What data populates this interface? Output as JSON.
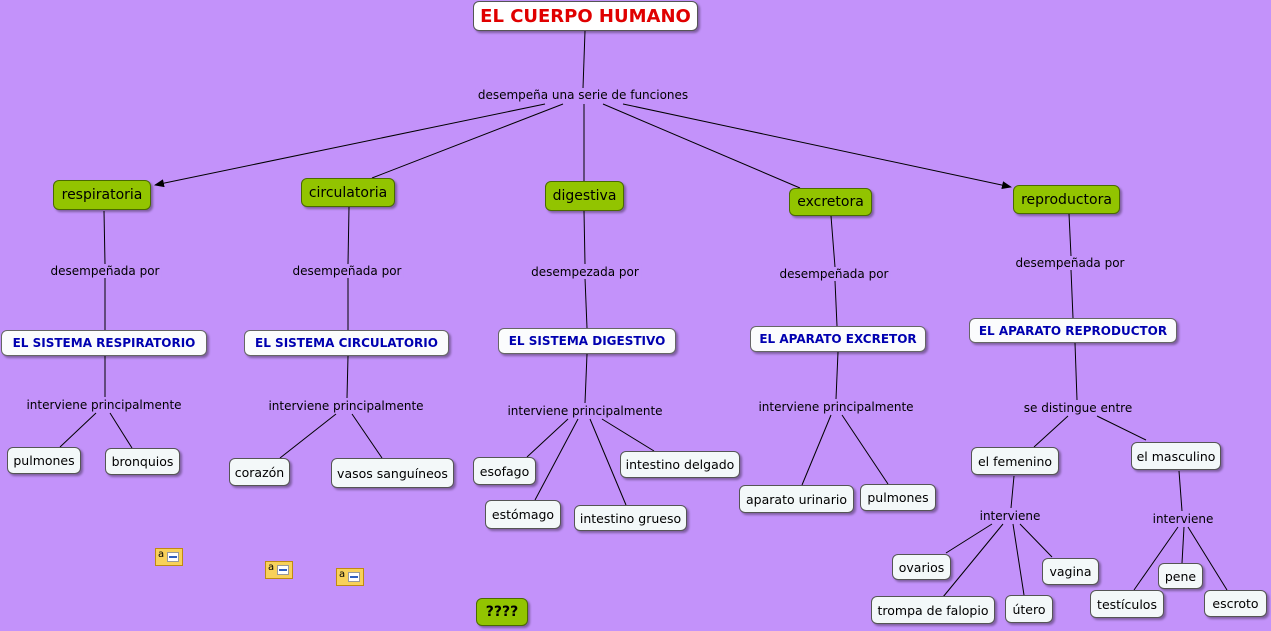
{
  "title": "EL CUERPO HUMANO",
  "root_link": "desempeña una serie de funciones",
  "functions": [
    {
      "name": "respiratoria",
      "link": "desempeñada por",
      "system": "EL SISTEMA RESPIRATORIO",
      "sub_link": "interviene principalmente",
      "parts": [
        "pulmones",
        "bronquios"
      ]
    },
    {
      "name": "circulatoria",
      "link": "desempeñada por",
      "system": "EL SISTEMA CIRCULATORIO",
      "sub_link": "interviene principalmente",
      "parts": [
        "corazón",
        "vasos sanguíneos"
      ]
    },
    {
      "name": "digestiva",
      "link": "desempezada por",
      "system": "EL SISTEMA DIGESTIVO",
      "sub_link": "interviene principalmente",
      "parts": [
        "esofago",
        "estómago",
        "intestino grueso",
        "intestino delgado"
      ]
    },
    {
      "name": "excretora",
      "link": "desempeñada por",
      "system": "EL APARATO EXCRETOR",
      "sub_link": "interviene principalmente",
      "parts": [
        "aparato urinario",
        "pulmones"
      ]
    },
    {
      "name": "reproductora",
      "link": "desempeñada por",
      "system": "EL APARATO REPRODUCTOR",
      "sub_link": "se distingue entre"
    }
  ],
  "reproductive": {
    "female": {
      "name": "el femenino",
      "link": "interviene",
      "parts": [
        "ovarios",
        "trompa de falopio",
        "útero",
        "vagina"
      ]
    },
    "male": {
      "name": "el masculino",
      "link": "interviene",
      "parts": [
        "testículos",
        "pene",
        "escroto"
      ]
    }
  },
  "question_node": "????",
  "notes_icon_letter": "a",
  "note_icon": "note-attachment-icon"
}
